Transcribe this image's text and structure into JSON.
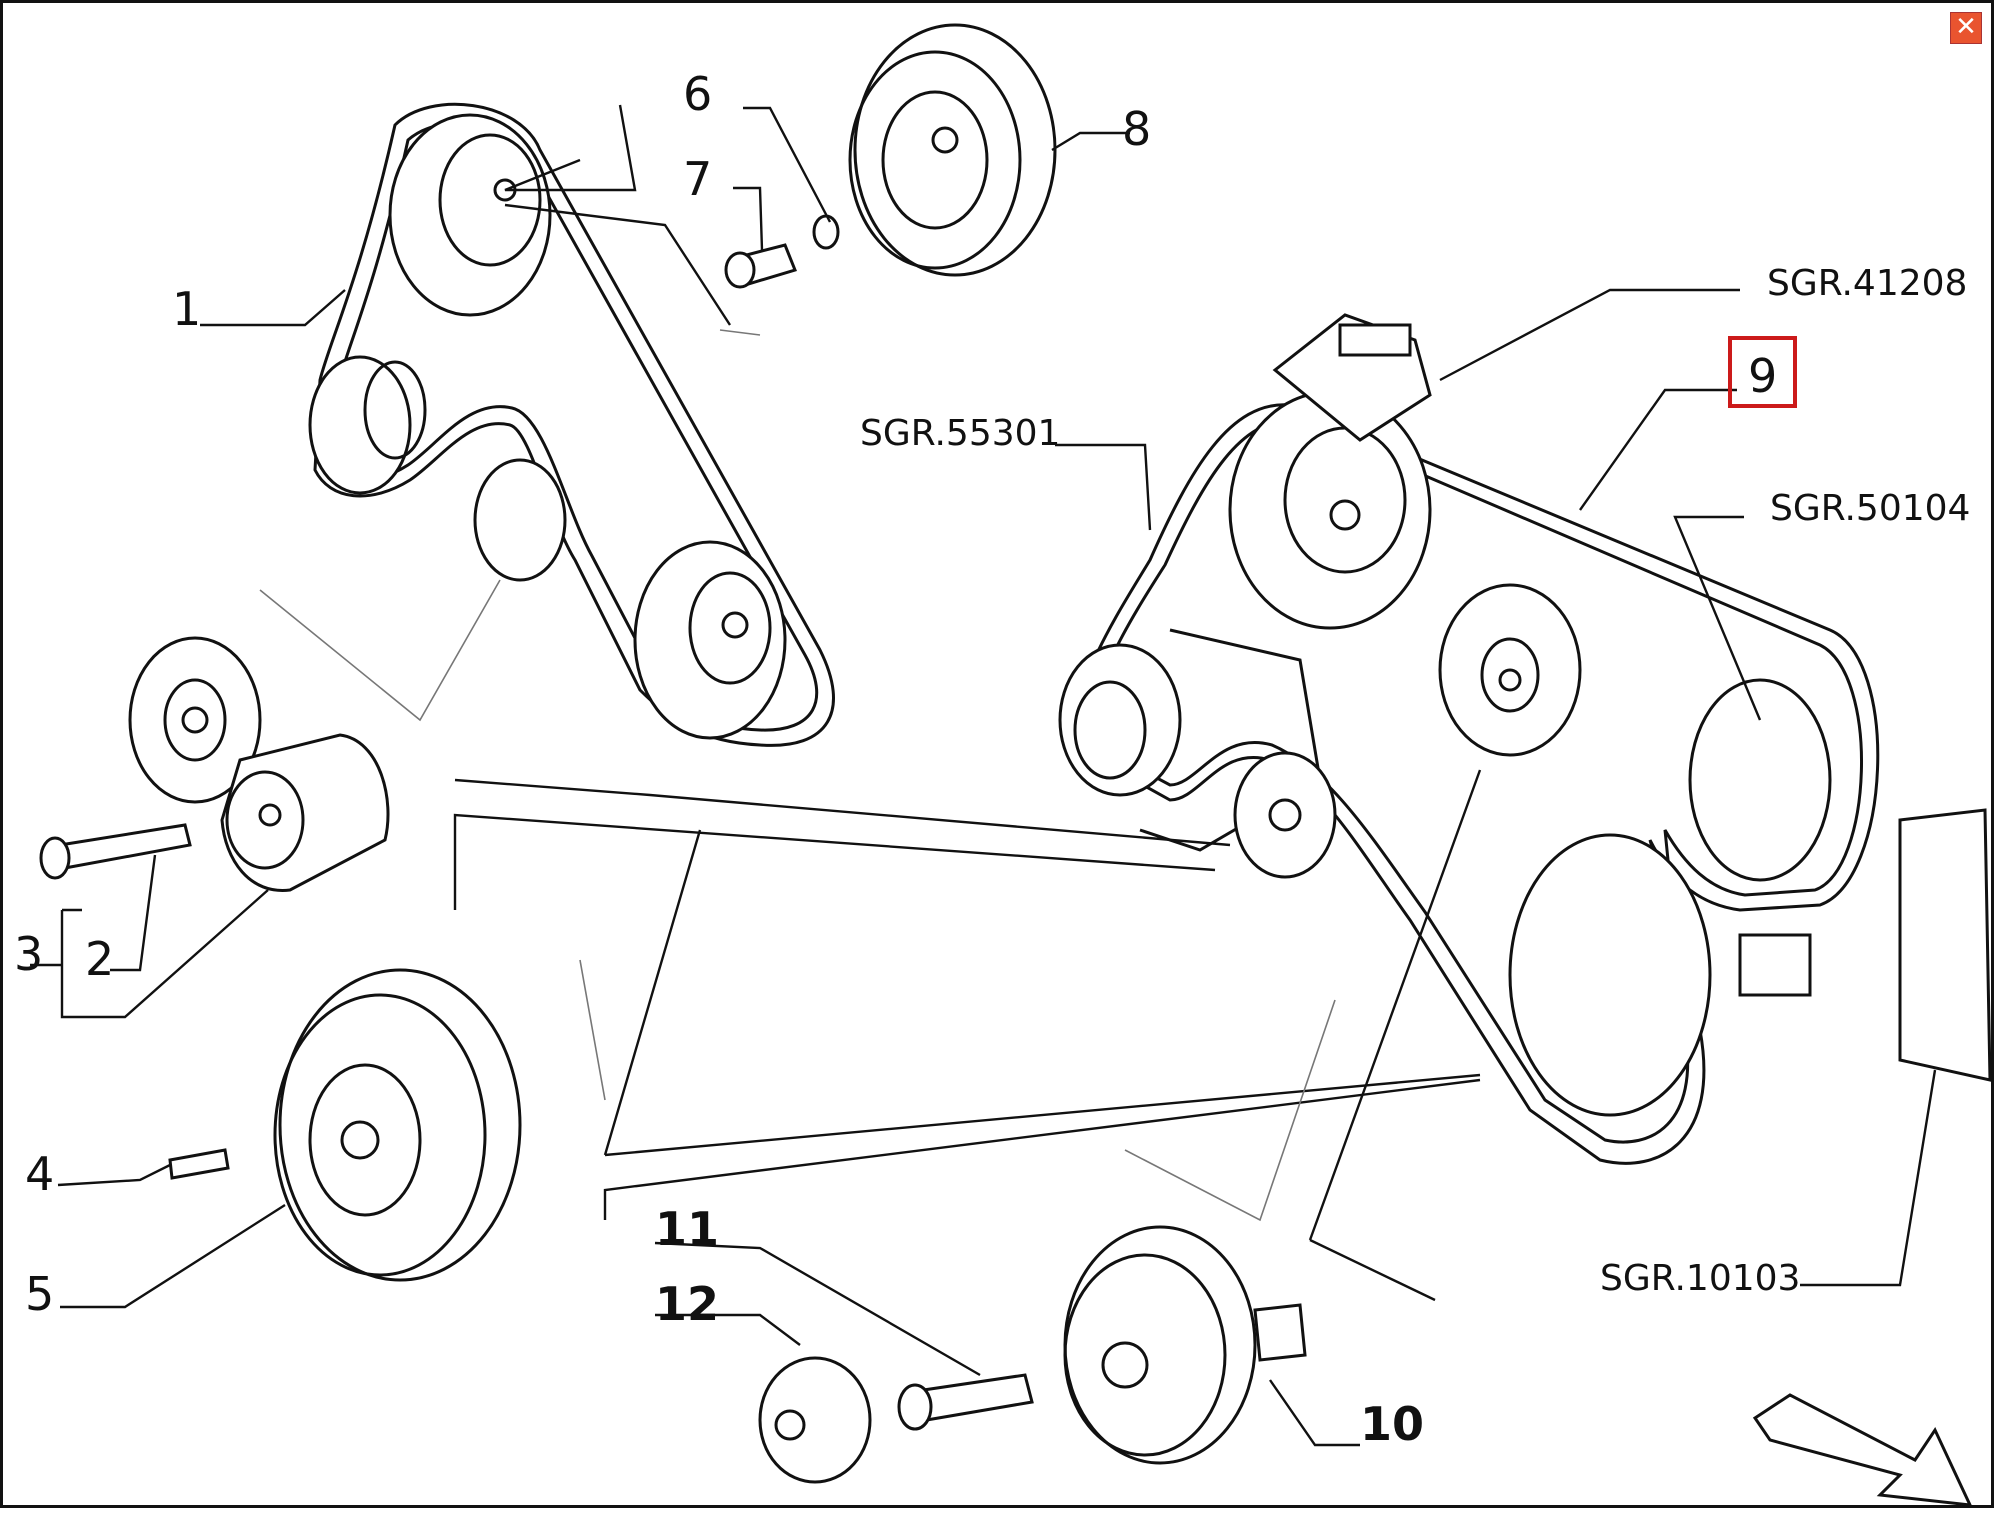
{
  "close_icon": "close-icon",
  "accent_color": "#cc1a1a",
  "highlighted_part": "9",
  "labels": {
    "p1": "1",
    "p2": "2",
    "p3": "3",
    "p4": "4",
    "p5": "5",
    "p6": "6",
    "p7": "7",
    "p8": "8",
    "p9": "9",
    "p10": "10",
    "p11": "11",
    "p12": "12",
    "sgr41208": "SGR.41208",
    "sgr55301": "SGR.55301",
    "sgr50104": "SGR.50104",
    "sgr10103": "SGR.10103"
  }
}
